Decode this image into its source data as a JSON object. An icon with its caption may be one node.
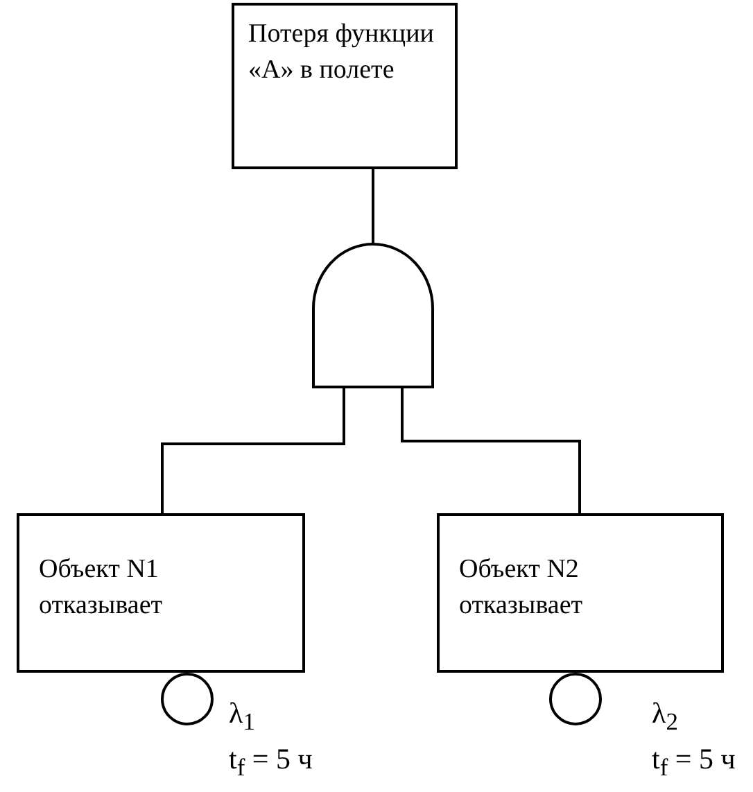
{
  "diagram": {
    "nodes": [
      {
        "text": [
          "Потеря функции «А» в полете"
        ]
      },
      {
        "text": [],
        "shape": "gate"
      },
      {
        "text": [
          "Объект N1 отказывает"
        ]
      },
      {
        "text": [
          "Объект N2 отказывает"
        ]
      },
      {
        "text": [],
        "shape": "circle",
        "beside": [
          "λ$_{1}$",
          "t$_{f}$ = 5 ч"
        ]
      },
      {
        "text": [],
        "shape": "circle",
        "beside": [
          "λ$_{2}$",
          "t$_{f}$ = 5 ч"
        ]
      }
    ],
    "edges": [
      {
        "from": 1,
        "to": 0,
        "arrow": "none"
      },
      {
        "from": 2,
        "to": 1,
        "arrow": "none"
      },
      {
        "from": 3,
        "to": 1,
        "arrow": "none"
      }
    ]
  }
}
